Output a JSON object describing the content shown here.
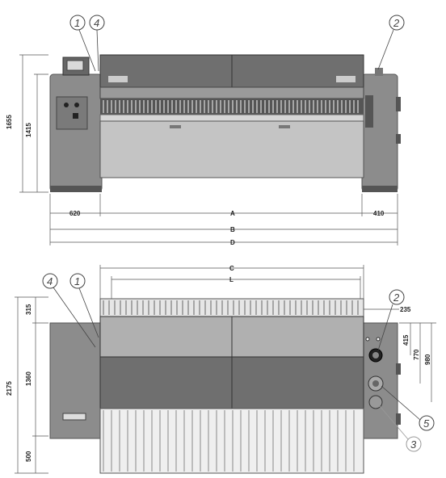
{
  "top_view": {
    "callouts": [
      "1",
      "4",
      "2"
    ],
    "dims": {
      "height_total": "1655",
      "height_body": "1415",
      "left_width": "620",
      "right_width": "410",
      "a": "A",
      "b": "B",
      "d": "D"
    }
  },
  "bottom_view": {
    "callouts": [
      "4",
      "1",
      "2",
      "5",
      "3"
    ],
    "dims": {
      "c": "C",
      "l": "L",
      "top_gap": "315",
      "total_height": "2175",
      "mid_height": "1360",
      "bottom_gap": "500",
      "side_235": "235",
      "side_415": "415",
      "side_770": "770",
      "side_980": "980"
    }
  },
  "colors": {
    "body_dark": "#6f6f6f",
    "body_mid": "#9a9a9a",
    "body_light": "#c8c8c8",
    "white": "#f2f2f2",
    "line": "#333333"
  }
}
